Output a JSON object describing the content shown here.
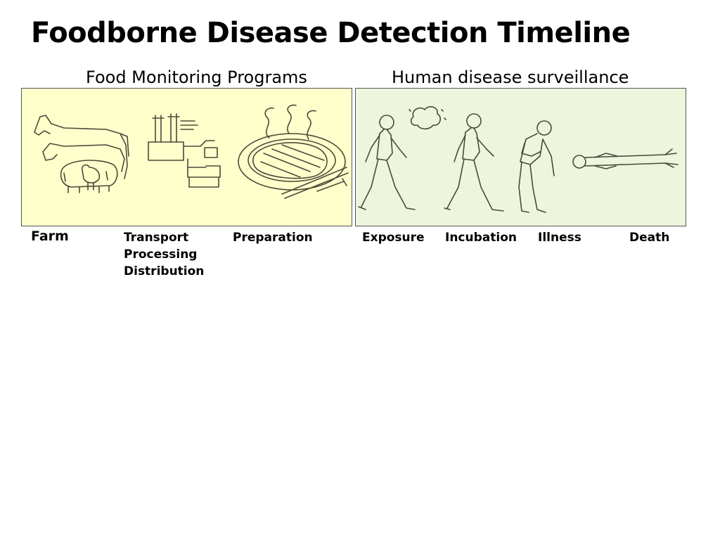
{
  "title": "Foodborne Disease Detection Timeline",
  "sections": {
    "food": "Food Monitoring Programs",
    "human": "Human disease surveillance"
  },
  "stages": {
    "farm": "Farm",
    "transport": [
      "Transport",
      "Processing",
      "Distribution"
    ],
    "preparation": "Preparation",
    "exposure": "Exposure",
    "incubation": "Incubation",
    "illness": "Illness",
    "death": "Death"
  },
  "colors": {
    "food_panel": "#ffffcc",
    "human_panel": "#eef5dd",
    "line_art": "#4a4a3a"
  },
  "icons": {
    "farm": "livestock-sketch-icon",
    "transport": "processing-apparatus-icon",
    "preparation": "steak-plate-icon",
    "exposure": "walking-person-germs-icon",
    "incubation": "walking-person-icon",
    "illness": "sick-person-icon",
    "death": "lying-person-icon"
  }
}
